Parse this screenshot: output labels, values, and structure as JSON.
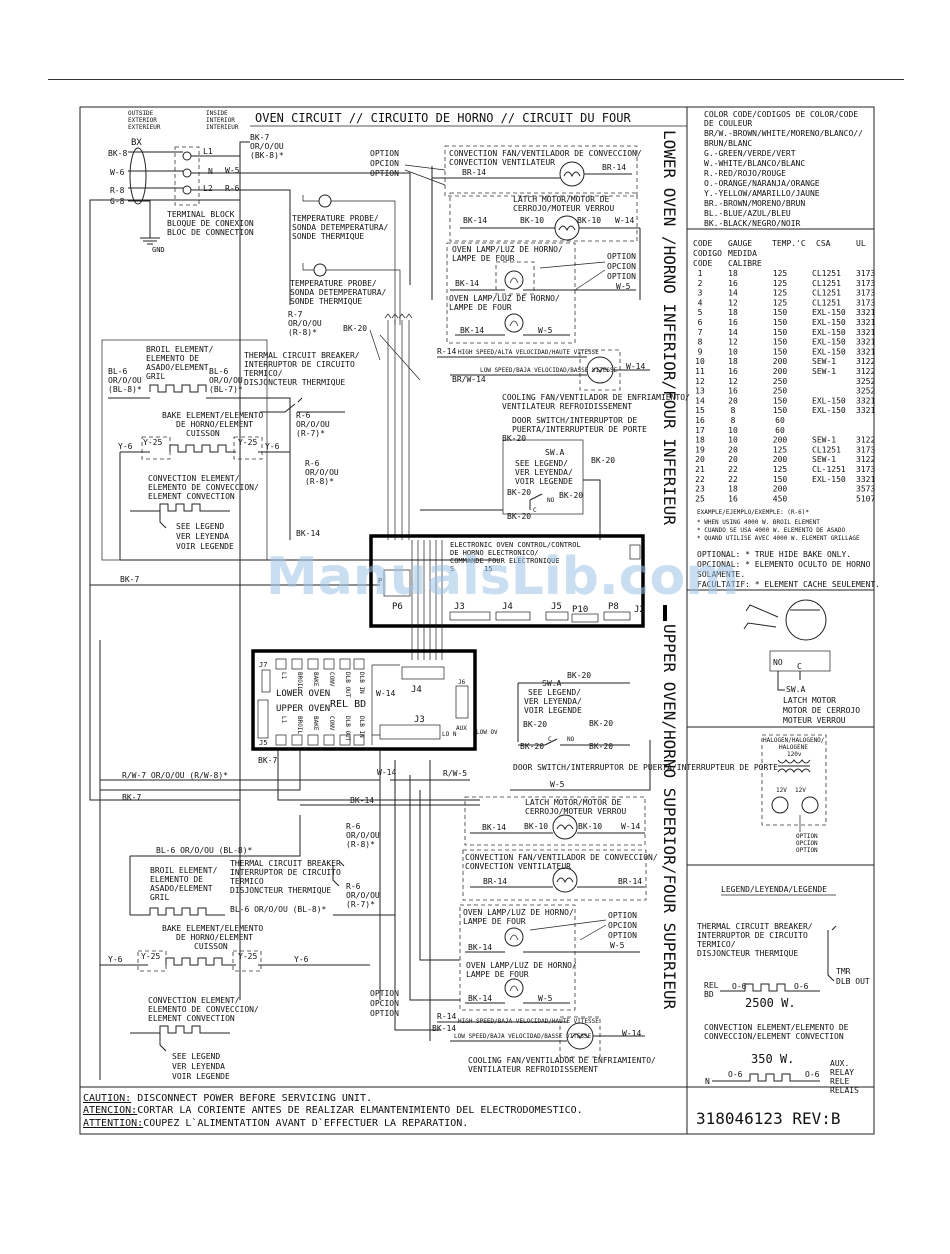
{
  "title": "OVEN CIRCUIT // CIRCUITO DE HORNO // CIRCUIT DU FOUR",
  "side_labels": {
    "lower": "LOWER OVEN /HORNO INFERIOR/FOUR INFERIEUR",
    "upper": "UPPER OVEN/HORNO SUPERIOR/FOUR SUPERIEUR"
  },
  "terminal": {
    "outside": "OUTSIDE EXTERIOR EXTERIEUR",
    "inside": "INSIDE INTERIOR INTERIEUR",
    "bx": "BX",
    "l1": "L1",
    "n": "N",
    "l2": "L2",
    "bk8": "BK-8",
    "w6": "W-6",
    "r8": "R-8",
    "g8": "G-8",
    "gnd": "GND",
    "block": "TERMINAL BLOCK",
    "block_es": "BLOQUE DE CONEXION",
    "block_fr": "BLOC DE CONNECTION",
    "bk7_1": "BK-7",
    "bk7_2": "OR/O/OU",
    "bk7_3": "(BK-8)*",
    "w5": "W-5",
    "r6": "R-6"
  },
  "lower": {
    "probe1_1": "TEMPERATURE PROBE/",
    "probe1_2": "SONDA DETEMPERATURA/",
    "probe1_3": "SONDE THERMIQUE",
    "probe2_1": "TEMPERATURE PROBE/",
    "probe2_2": "SONDA DETEMPERATURA/",
    "probe2_3": "SONDE THERMIQUE",
    "r7_1": "R-7",
    "r7_2": "OR/O/OU",
    "r7_3": "(R-8)*",
    "bk20": "BK-20",
    "conv_opt1": "OPTION",
    "conv_opt2": "OPCION",
    "conv_opt3": "OPTION",
    "conv_fan1": "CONVECTION FAN/VENTILADOR DE CONVECCION/",
    "conv_fan2": "CONVECTION VENTILATEUR",
    "br14a": "BR-14",
    "br14b": "BR-14",
    "latch1": "LATCH MOTOR/MOTOR DE",
    "latch2": "CERROJO/MOTEUR VERROU",
    "bk14a": "BK-14",
    "bk10a": "BK-10",
    "bk10b": "BK-10",
    "w14a": "W-14",
    "lamp1_1": "OVEN LAMP/LUZ DE HORNO/",
    "lamp1_2": "LAMPE DE FOUR",
    "lamp_opt1": "OPTION",
    "lamp_opt2": "OPCION",
    "lamp_opt3": "OPTION",
    "bk14b": "BK-14",
    "w5b": "W-5",
    "lamp2_1": "OVEN LAMP/LUZ DE HORNO/",
    "lamp2_2": "LAMPE DE FOUR",
    "bk14c": "BK-14",
    "w5c": "W-5",
    "r14": "R-14",
    "high_speed": "HIGH SPEED/ALTA VELOCIDAD/HAUTE VITESSE",
    "low_speed": "LOW SPEED/BAJA VELOCIDAD/BASSE VITESSE",
    "brw14": "BR/W-14",
    "w14b": "W-14",
    "cool1": "COOLING FAN/VENTILADOR DE ENFRIAMIENTO/",
    "cool2": "VENTILATEUR REFROIDISSEMENT",
    "door1": "DOOR SWITCH/INTERRUPTOR DE",
    "door2": "PUERTA/INTERRUPTEUR DE PORTE",
    "sw_bk20a": "BK-20",
    "swa": "SW.A",
    "swa_l1": "SEE LEGEND/",
    "swa_l2": "VER LEYENDA/",
    "swa_l3": "VOIR LEGENDE",
    "sw_bk20b": "BK-20",
    "sw_bk20c": "BK-20",
    "sw_bk20d": "BK-20",
    "sw_bk20e": "BK-20",
    "no": "NO",
    "c": "C",
    "broil1": "BROIL ELEMENT/",
    "broil2": "ELEMENTO DE",
    "broil3": "ASADO/ELEMENT",
    "broil4": "GRIL",
    "bl6_1": "BL-6",
    "bl6_2": "OR/O/OU",
    "bl6_3": "(BL-8)*",
    "bl6b_1": "BL-6",
    "bl6b_2": "OR/O/OU",
    "bl6b_3": "(BL-7)*",
    "tcb1": "THERMAL CIRCUIT BREAKER/",
    "tcb2": "INTERRUPTOR DE CIRCUITO",
    "tcb3": "TERMICO/",
    "tcb4": "DISJONCTEUR THERMIQUE",
    "bake1": "BAKE ELEMENT/ELEMENTO",
    "bake2": "DE HORNO/ELEMENT",
    "bake3": "CUISSON",
    "y6a": "Y-6",
    "y25a": "Y-25",
    "y25b": "Y-25",
    "y6b": "Y-6",
    "r6a_1": "R-6",
    "r6a_2": "OR/O/OU",
    "r6a_3": "(R-7)*",
    "r6b_1": "R-6",
    "r6b_2": "OR/O/OU",
    "r6b_3": "(R-8)*",
    "conv1": "CONVECTION ELEMENT/",
    "conv2": "ELEMENTO DE CONVECCION/",
    "conv3": "ELEMENT CONVECTION",
    "see1": "SEE LEGEND",
    "see2": "VER LEYENDA",
    "see3": "VOIR LEGENDE",
    "bk14d": "BK-14",
    "bk7c": "BK-7"
  },
  "eoc": {
    "line1": "ELECTRONIC OVEN CONTROL/CONTROL",
    "line2": "DE HORNO ELECTRONICO/",
    "line3": "COMMANDE FOUR ELECTRONIQUE",
    "p": "P",
    "s": "S",
    "n15": "15",
    "p6": "P6",
    "j3": "J3",
    "j4": "J4",
    "j5": "J5",
    "p10": "P10",
    "p8": "P8",
    "j2": "J2",
    "one": "1"
  },
  "relay": {
    "j7": "J7",
    "j5": "J5",
    "j4": "J4",
    "j3": "J3",
    "j6": "J6",
    "lower_oven": "LOWER OVEN",
    "upper_oven": "UPPER OVEN",
    "rel_bd": "REL BD",
    "w14": "W-14",
    "top_pins": [
      "L1",
      "BROIL",
      "BAKE",
      "CONV",
      "DLB OUT",
      "DLB IN"
    ],
    "bottom_pins": [
      "L1",
      "BROIL",
      "BAKE",
      "CONV",
      "DLB OUT",
      "DLB IN"
    ],
    "aux": "AUX",
    "lo_n": "LO N",
    "lo_ov": "LOW OV"
  },
  "middle": {
    "rw7": "R/W-7 OR/O/OU (R/W-8)*",
    "bk7": "BK-7",
    "bk7b": "BK-7",
    "w14": "W-14",
    "rw5": "R/W-5",
    "bk14": "BK-14",
    "w5": "W-5",
    "bk20a": "BK-20",
    "swa": "SW.A",
    "l1": "SEE LEGEND/",
    "l2": "VER LEYENDA/",
    "l3": "VOIR LEGENDE",
    "bk20b": "BK-20",
    "bk20c": "BK-20",
    "bk20d": "BK-20",
    "no": "NO",
    "c": "C",
    "door": "DOOR SWITCH/INTERRUPTOR DE PUERTA/INTERRUPTEUR DE PORTE"
  },
  "upper": {
    "latch1": "LATCH MOTOR/MOTOR DE",
    "latch2": "CERROJO/MOTEUR VERROU",
    "bk14a": "BK-14",
    "bk10a": "BK-10",
    "bk10b": "BK-10",
    "w14a": "W-14",
    "conv_fan1": "CONVECTION FAN/VENTILADOR DE CONVECCION/",
    "conv_fan2": "CONVECTION VENTILATEUR",
    "br14a": "BR-14",
    "br14b": "BR-14",
    "lamp1_1": "OVEN LAMP/LUZ DE HORNO/",
    "lamp1_2": "LAMPE DE FOUR",
    "lamp_opt1": "OPTION",
    "lamp_opt2": "OPCION",
    "lamp_opt3": "OPTION",
    "bk14b": "BK-14",
    "w5b": "W-5",
    "lamp2_1": "OVEN LAMP/LUZ DE HORNO/",
    "lamp2_2": "LAMPE DE FOUR",
    "bk14c": "BK-14",
    "w5c": "W-5",
    "opt1": "OPTION",
    "opt2": "OPCION",
    "opt3": "OPTION",
    "r14": "R-14",
    "bk14d": "BK-14",
    "w14b": "W-14",
    "high_speed": "HIGH SPEED/BAJA VELOCIDAD/HAUTE VITESSE",
    "low_speed": "LOW SPEED/BAJA VELOCIDAD/BASSE VITESSE",
    "cool1": "COOLING FAN/VENTILADOR DE ENFRIAMIENTO/",
    "cool2": "VENTILATEUR REFROIDISSEMENT",
    "r6a_1": "R-6",
    "r6a_2": "OR/O/OU",
    "r6a_3": "(R-8)*",
    "r6b_1": "R-6",
    "r6b_2": "OR/O/OU",
    "r6b_3": "(R-7)*",
    "bl6a": "BL-6 OR/O/OU (BL-8)*",
    "bl6b": "BL-6 OR/O/OU (BL-8)*",
    "tcb1": "THERMAL CIRCUIT BREAKER",
    "tcb2": "INTERRUPTOR DE CIRCUITO",
    "tcb3": "TERMICO",
    "tcb4": "DISJONCTEUR THERMIQUE",
    "broil1": "BROIL ELEMENT/",
    "broil2": "ELEMENTO DE",
    "broil3": "ASADO/ELEMENT",
    "broil4": "GRIL",
    "bake1": "BAKE ELEMENT/ELEMENTO",
    "bake2": "DE HORNO/ELEMENT",
    "bake3": "CUISSON",
    "y6a": "Y-6",
    "y25a": "Y-25",
    "y25b": "Y-25",
    "y6b": "Y-6",
    "conv1": "CONVECTION ELEMENT/",
    "conv2": "ELEMENTO DE CONVECCION/",
    "conv3": "ELEMENT CONVECTION",
    "opt4": "OPTION",
    "opt5": "OPCION",
    "opt6": "OPTION",
    "see1": "SEE LEGEND",
    "see2": "VER LEYENDA",
    "see3": "VOIR LEGENDE"
  },
  "color_code": {
    "title1": "COLOR CODE/CODIGOS DE COLOR/CODE",
    "title2": "DE COULEUR",
    "rows": [
      "BR/W.-BROWN/WHITE/MORENO/BLANCO//",
      "          BRUN/BLANC",
      "G.-GREEN/VERDE/VERT",
      "W.-WHITE/BLANCO/BLANC",
      "R.-RED/ROJO/ROUGE",
      "O.-ORANGE/NARANJA/ORANGE",
      "Y.-YELLOW/AMARILLO/JAUNE",
      "BR.-BROWN/MORENO/BRUN",
      "BL.-BLUE/AZUL/BLEU",
      "BK.-BLACK/NEGRO/NOIR"
    ]
  },
  "gauge_table": {
    "headers": [
      "CODE",
      "GAUGE",
      "TEMP.'C",
      "CSA",
      "UL"
    ],
    "headers2": [
      "CODIGO",
      "MEDIDA"
    ],
    "headers3": [
      "CODE",
      "CALIBRE"
    ],
    "rows": [
      [
        "1",
        "18",
        "125",
        "CL1251",
        "3173"
      ],
      [
        "2",
        "16",
        "125",
        "CL1251",
        "3173"
      ],
      [
        "3",
        "14",
        "125",
        "CL1251",
        "3173"
      ],
      [
        "4",
        "12",
        "125",
        "CL1251",
        "3173"
      ],
      [
        "5",
        "18",
        "150",
        "EXL-150",
        "3321"
      ],
      [
        "6",
        "16",
        "150",
        "EXL-150",
        "3321"
      ],
      [
        "7",
        "14",
        "150",
        "EXL-150",
        "3321"
      ],
      [
        "8",
        "12",
        "150",
        "EXL-150",
        "3321"
      ],
      [
        "9",
        "10",
        "150",
        "EXL-150",
        "3321"
      ],
      [
        "10",
        "18",
        "200",
        "SEW-1",
        "3122"
      ],
      [
        "11",
        "16",
        "200",
        "SEW-1",
        "3122"
      ],
      [
        "12",
        "12",
        "250",
        "",
        "3252"
      ],
      [
        "13",
        "16",
        "250",
        "",
        "3252"
      ],
      [
        "14",
        "20",
        "150",
        "EXL-150",
        "3321"
      ],
      [
        "15",
        "8",
        "150",
        "EXL-150",
        "3321"
      ],
      [
        "16",
        "8",
        "60",
        "",
        ""
      ],
      [
        "17",
        "10",
        "60",
        "",
        ""
      ],
      [
        "18",
        "10",
        "200",
        "SEW-1",
        "3122"
      ],
      [
        "19",
        "20",
        "125",
        "CL1251",
        "3173"
      ],
      [
        "20",
        "20",
        "200",
        "SEW-1",
        "3122"
      ],
      [
        "21",
        "22",
        "125",
        "CL-1251",
        "3173"
      ],
      [
        "22",
        "22",
        "150",
        "EXL-150",
        "3321"
      ],
      [
        "23",
        "18",
        "200",
        "",
        "3573"
      ],
      [
        "25",
        "16",
        "450",
        "",
        "5107"
      ]
    ]
  },
  "notes": {
    "ex": "EXAMPLE/EJEMPLO/EXEMPLE: (R-6)*",
    "n1": "* WHEN USING 4000 W. BROIL ELEMENT",
    "n2": "* CUANDO SE USA 4000 W. ELEMENTO DE ASADO",
    "n3": "* QUAND UTILISE AVEC 4000 W. ELEMENT GRILLAGE",
    "opt1": "OPTIONAL: * TRUE HIDE BAKE ONLY.",
    "opt2": "OPCIONAL: * ELEMENTO OCULTO DE HORNO",
    "opt3": "                 SOLAMENTE.",
    "opt4": "FACULTATIF: * ELEMENT CACHE SEULEMENT."
  },
  "latch_legend": {
    "no": "NO",
    "c": "C",
    "swa": "SW.A",
    "l1": "LATCH MOTOR",
    "l2": "MOTOR DE CERROJO",
    "l3": "MOTEUR VERROU"
  },
  "halogen": {
    "title": "HALOGEN/HALOGENO/",
    "title2": "HALOGENE",
    "v120": "120v",
    "v12a": "12V",
    "v12b": "12V",
    "o1": "OPTION",
    "o2": "OPCION",
    "o3": "OPTION"
  },
  "legend": {
    "title": "LEGEND/LEYENDA/LEGENDE",
    "tcb1": "THERMAL CIRCUIT BREAKER/",
    "tcb2": "INTERRUPTOR DE CIRCUITO",
    "tcb3": "TERMICO/",
    "tcb4": "DISJONCTEUR THERMIQUE",
    "rel": "REL",
    "bd": "BD",
    "o6a": "O-6",
    "o6b": "O-6",
    "tmr": "TMR",
    "dlb": "DLB OUT",
    "w2500": "2500 W.",
    "conv1": "CONVECTION ELEMENT/ELEMENTO DE",
    "conv2": "CONVECCION/ELEMENT CONVECTION",
    "w350": "350 W.",
    "n": "N",
    "o6c": "O-6",
    "o6d": "O-6",
    "aux": "AUX.",
    "relay": "RELAY",
    "rele": "RELE",
    "relais": "RELAIS"
  },
  "caution": {
    "l1a": "CAUTION:",
    "l1b": " DISCONNECT POWER BEFORE SERVICING UNIT.",
    "l2a": "ATENCION:",
    "l2b": "CORTAR LA CORIENTE ANTES DE REALIZAR ELMANTENIMIENTO DEL ELECTRODOMESTICO.",
    "l3a": "ATTENTION:",
    "l3b": "COUPEZ L`ALIMENTATION AVANT D`EFFECTUER LA REPARATION."
  },
  "part_number": "318046123 REV:B",
  "watermark": "ManualsLib.com"
}
